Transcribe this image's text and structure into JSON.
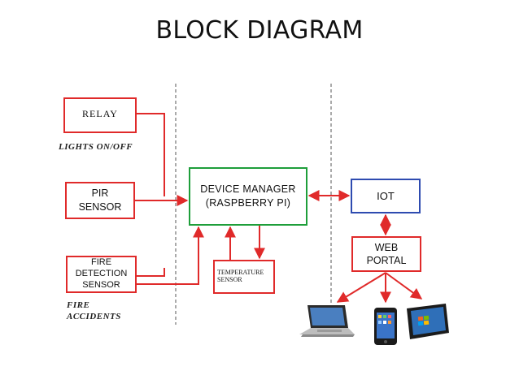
{
  "title": "BLOCK DIAGRAM",
  "blocks": {
    "relay": "RELAY",
    "pir": "PIR\nSENSOR",
    "fire": "FIRE\nDETECTION\nSENSOR",
    "device_manager": "DEVICE MANAGER\n(RASPBERRY PI)",
    "temperature": "TEMPERATURE\nSENSOR",
    "iot": "IOT",
    "web_portal": "WEB\nPORTAL"
  },
  "labels": {
    "lights": "LIGHTS ON/OFF",
    "fire_accidents": "FIRE\nACCIDENTS"
  },
  "colors": {
    "connector": "#e02a2a",
    "sensor_border": "#e02a2a",
    "manager_border": "#1e9e3a",
    "iot_border": "#2e4bb0",
    "separator": "#555555"
  },
  "devices": [
    "laptop-icon",
    "smartphone-icon",
    "tablet-icon"
  ]
}
